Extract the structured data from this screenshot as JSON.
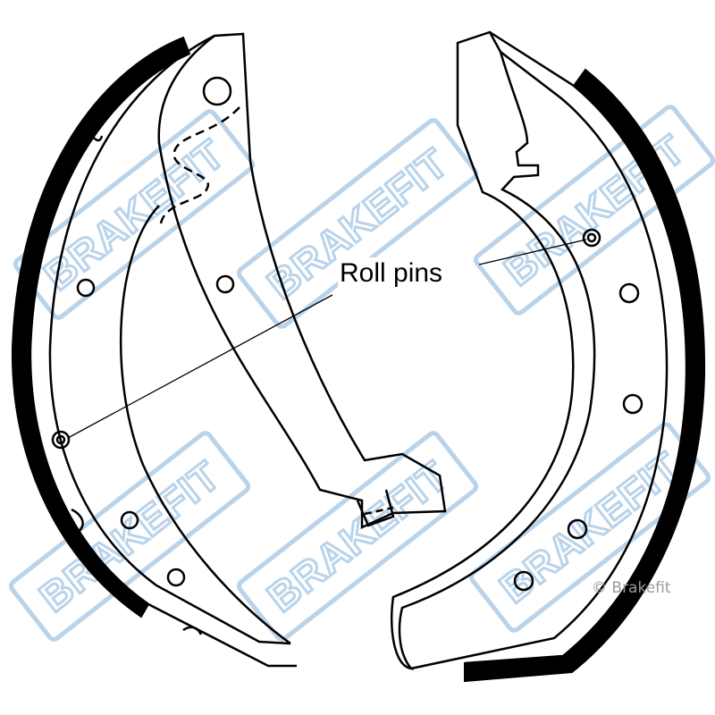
{
  "watermark": {
    "text": "BRAKEFIT",
    "color": "#b9d3ea"
  },
  "callout": {
    "label": "Roll pins"
  },
  "copyright": {
    "text": "© Brakefit"
  },
  "colors": {
    "outline": "#000000",
    "lining": "#000000",
    "background": "#ffffff"
  }
}
